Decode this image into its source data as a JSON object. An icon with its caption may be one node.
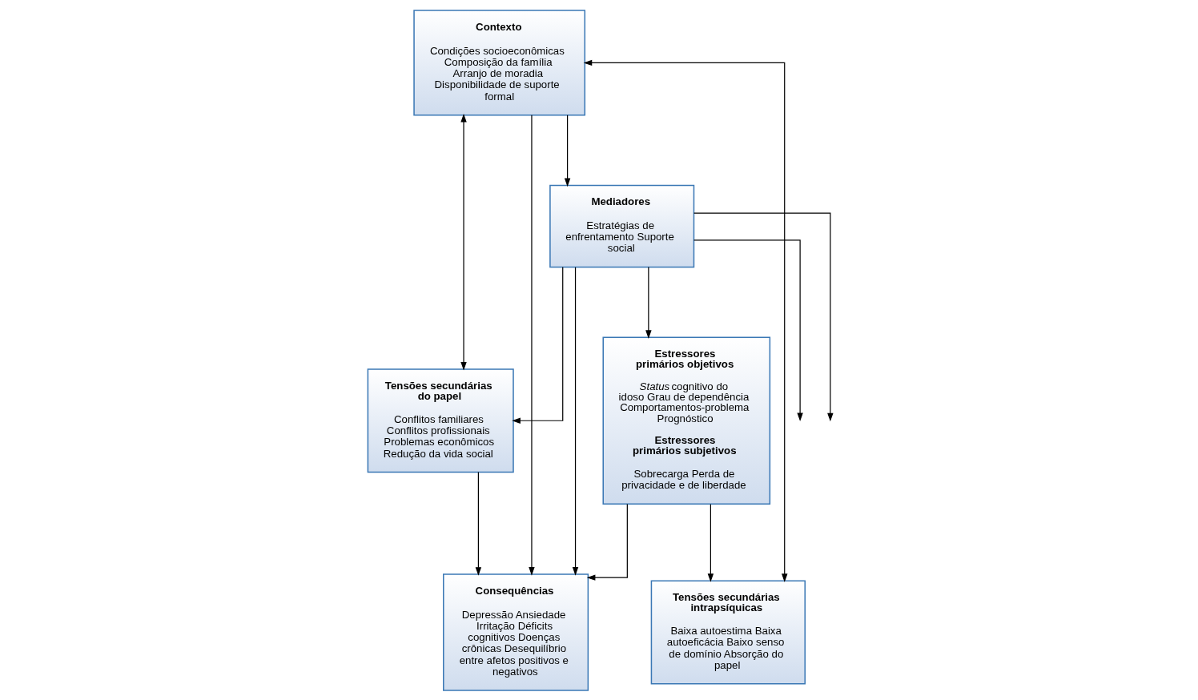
{
  "diagram": {
    "nodes": [
      {
        "text": [
          "Contexto",
          "Condições socioeconômicas Composição da família Arranjo de moradia Disponibilidade de suporte formal"
        ]
      },
      {
        "text": [
          "Estressores primários objetivos",
          "*Status* cognitivo do idoso Grau de dependência Comportamentos-problema Prognóstico",
          "Estressores primários subjetivos",
          "Sobrecarga Perda de privacidade e de liberdade"
        ]
      },
      {
        "text": [
          "Tensões secundárias do papel",
          "Conflitos familiares Conflitos profissionais Problemas econômicos Redução da vida social"
        ]
      },
      {
        "text": [
          "Tensões secundárias intrapsíquicas",
          "Baixa autoestima Baixa autoeficácia Baixo senso de domínio Absorção do papel"
        ]
      },
      {
        "text": [
          "Consequências",
          "Depressão Ansiedade Irritação Déficits cognitivos Doenças crônicas Desequilíbrio entre afetos positivos e negativos"
        ]
      },
      {
        "text": [
          "Mediadores",
          "Estratégias de enfrentamento Suporte social"
        ]
      }
    ],
    "edges": [
      {
        "from": 0,
        "to": 4,
        "arrow": "to"
      },
      {
        "from": 0,
        "to": 3,
        "arrow": "both"
      },
      {
        "from": 1,
        "to": 4,
        "arrow": "to"
      },
      {
        "from": 1,
        "to": 3,
        "arrow": "to"
      },
      {
        "from": 0,
        "to": 2,
        "arrow": "both"
      },
      {
        "from": 2,
        "to": 4,
        "arrow": "to"
      },
      {
        "from": 0,
        "to": 5,
        "arrow": "to"
      },
      {
        "from": 5,
        "to": 1,
        "arrow": "to"
      },
      {
        "from": 5,
        "to": null,
        "arrow": "to"
      },
      {
        "from": 5,
        "to": 2,
        "arrow": "to"
      },
      {
        "from": 5,
        "to": null,
        "arrow": "to"
      },
      {
        "from": 5,
        "to": 4,
        "arrow": "to"
      }
    ]
  }
}
